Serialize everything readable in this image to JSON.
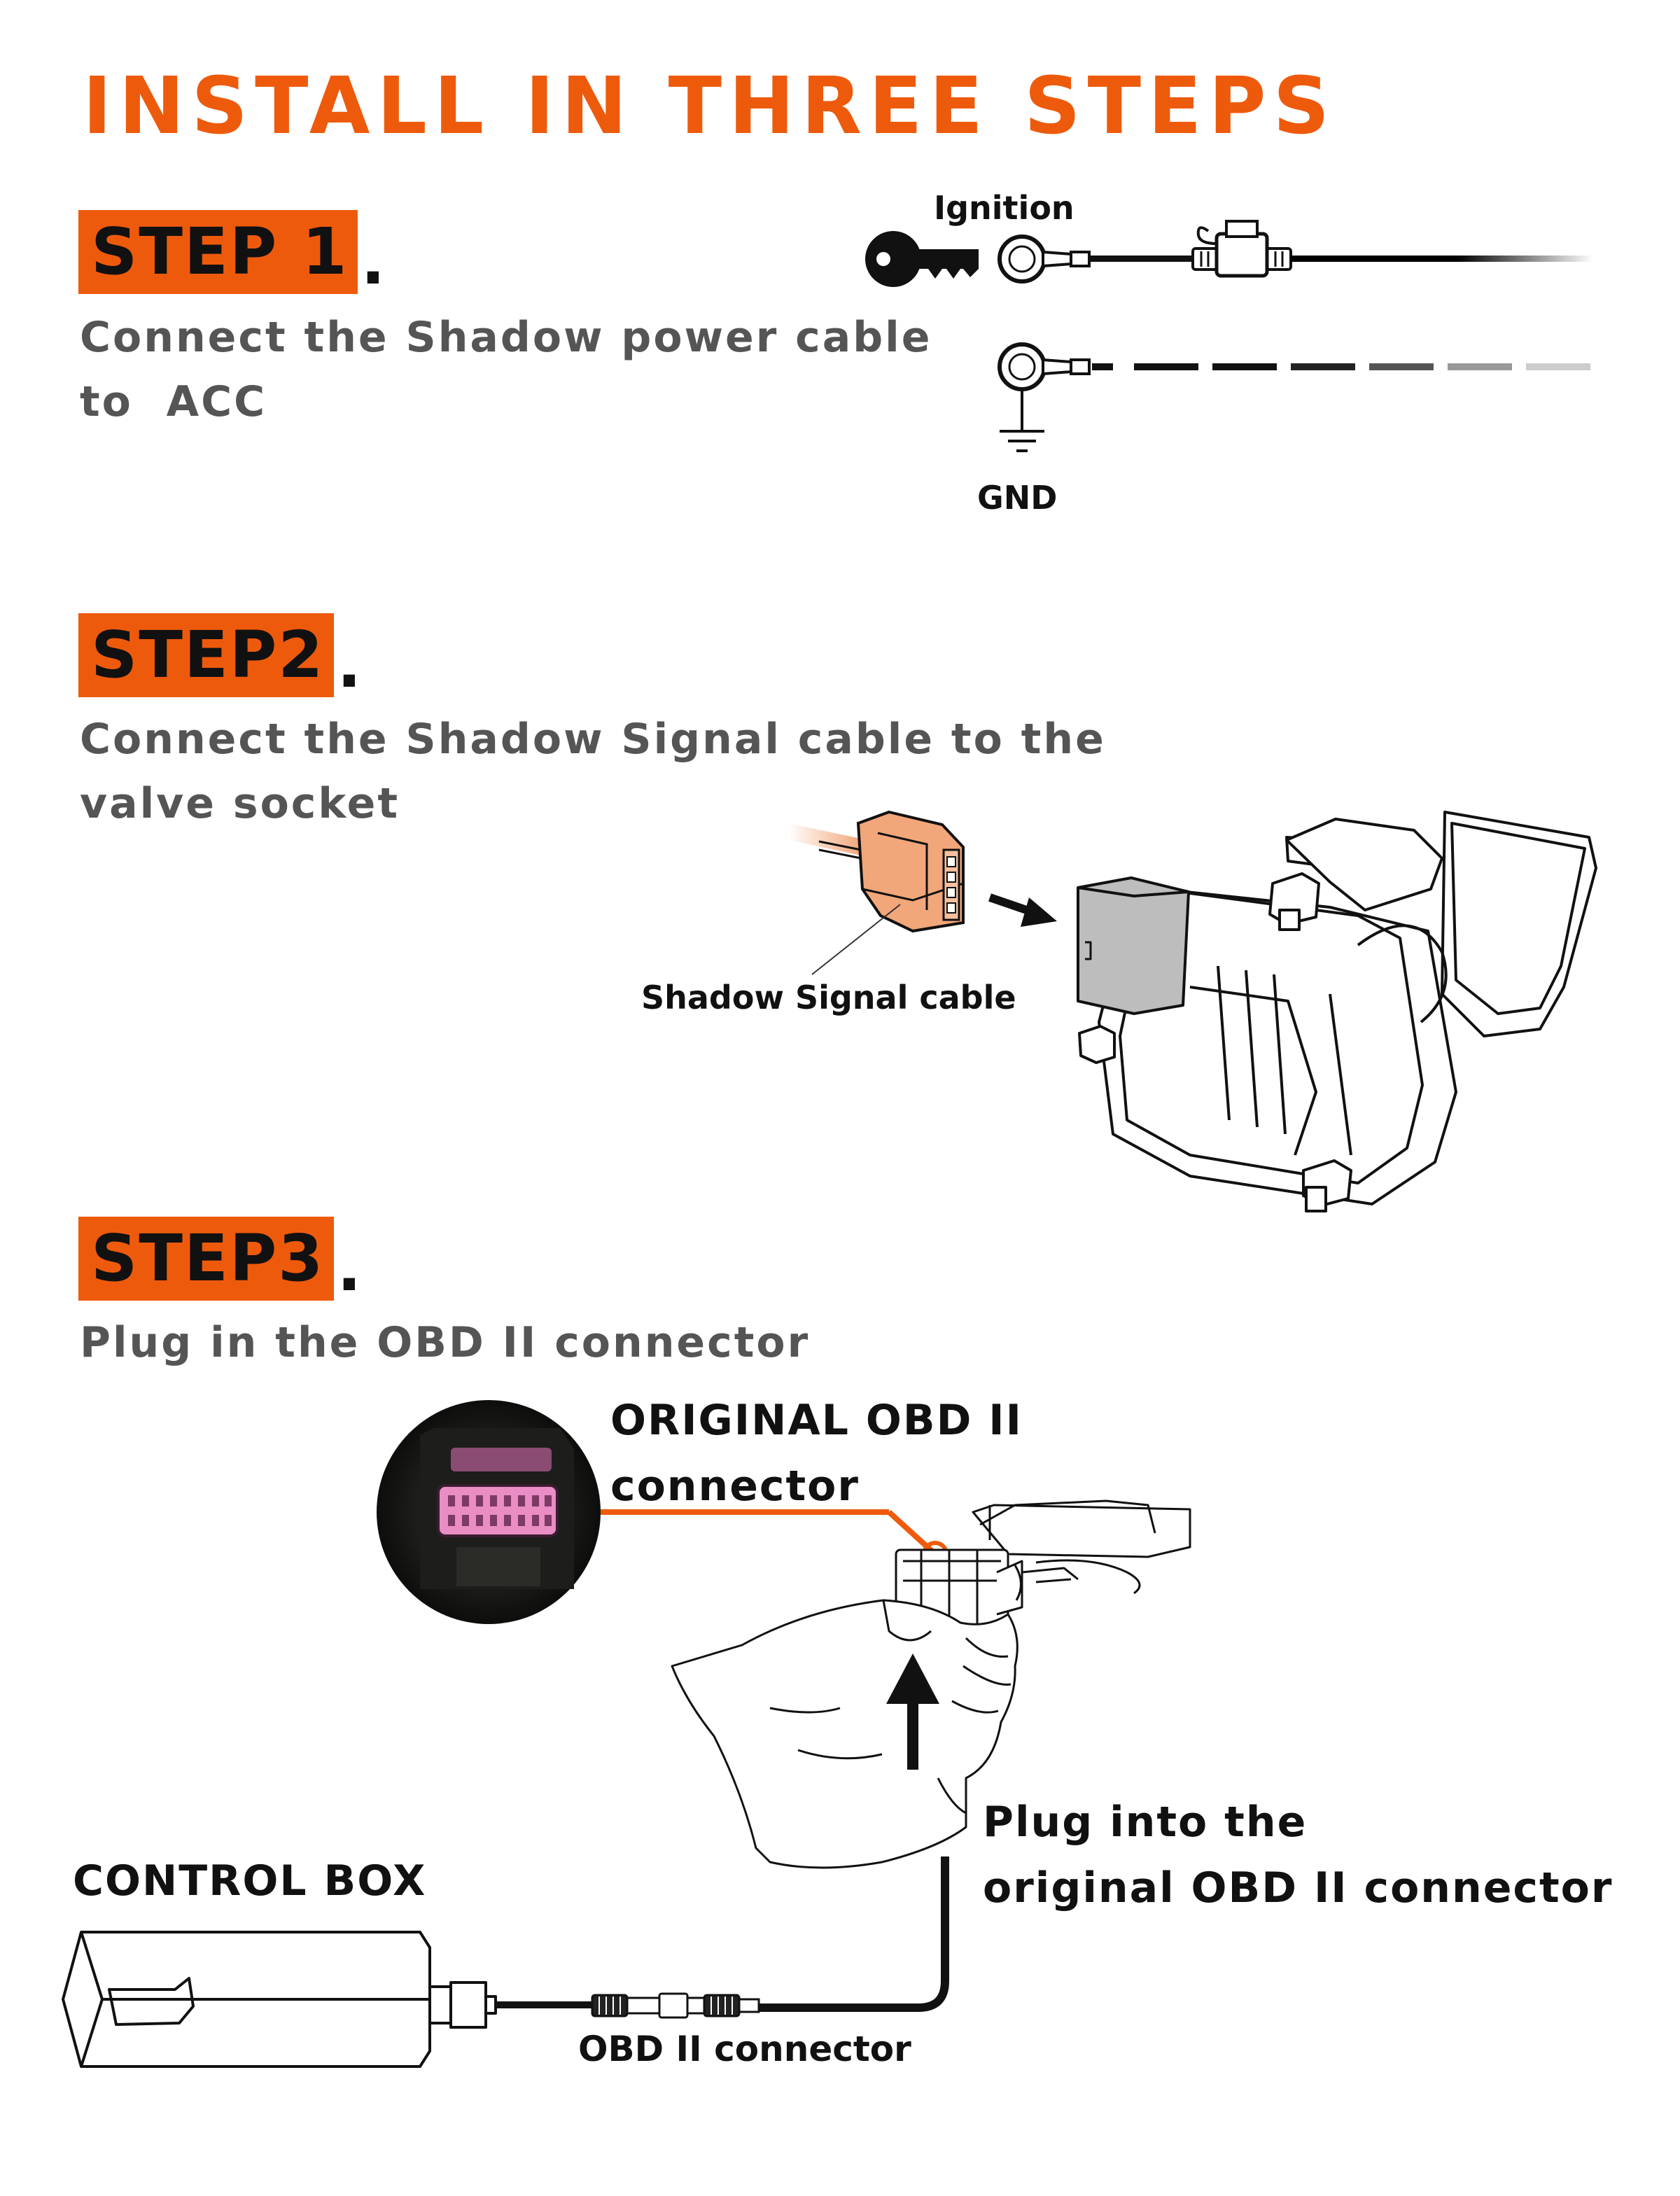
{
  "title": "INSTALL IN THREE STEPS",
  "step1": {
    "label": "STEP 1",
    "dot": ".",
    "desc_line1": "Connect the Shadow power cable",
    "desc_line2": "to  ACC",
    "ignition_label": "Ignition",
    "gnd_label": "GND"
  },
  "step2": {
    "label": "STEP2",
    "dot": ".",
    "desc_line1": "Connect the Shadow Signal cable to the",
    "desc_line2": "valve socket",
    "cable_label": "Shadow Signal cable"
  },
  "step3": {
    "label": "STEP3",
    "dot": ".",
    "desc_line1": "Plug in the OBD II connector",
    "original_label_line1": "ORIGINAL OBD II",
    "original_label_line2": "connector",
    "plug_label_line1": "Plug into the",
    "plug_label_line2": "original OBD II connector",
    "control_box_label": "CONTROL BOX",
    "obd_connector_label": "OBD II connector"
  },
  "colors": {
    "accent": "#ee5a0c",
    "desc_text": "#555555",
    "connector_pink": "#e98dc4",
    "signal_connector": "#f2a77a"
  },
  "icons": [
    "key-icon",
    "ring-terminal-icon",
    "fuse-holder-icon",
    "ground-symbol-icon",
    "arrow-icon"
  ]
}
